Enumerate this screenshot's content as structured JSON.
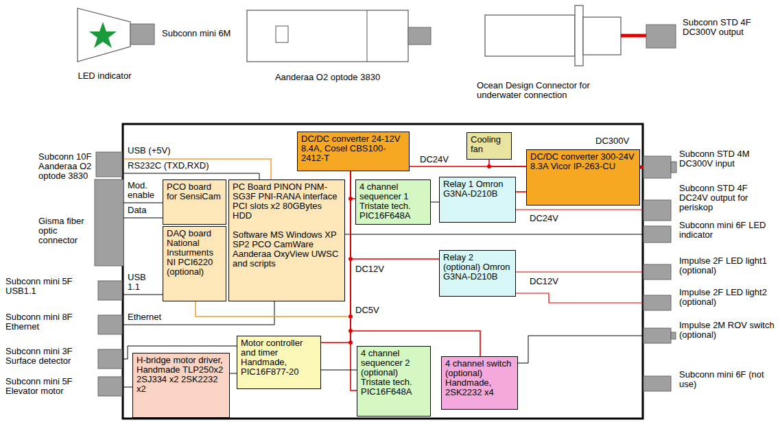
{
  "diagram": {
    "nodes": [
      {
        "text": [
          "LED indicator"
        ]
      },
      {
        "text": [
          "Aanderaa O2 optode 3830"
        ]
      },
      {
        "text": [
          "Ocean Design Connector for underwater connection"
        ]
      },
      {
        "text": [
          "DC/DC converter 24-12V 8.4A, Cosel CBS100-2412-T"
        ]
      },
      {
        "text": [
          "Cooling fan"
        ]
      },
      {
        "text": [
          "DC/DC converter 300-24V 8.3A Vicor IP-263-CU"
        ]
      },
      {
        "text": [
          "PCO board for SensiCam"
        ]
      },
      {
        "text": [
          "PC Board PINON PNM-SG3F PNI-RANA interface PCI slots x2 80GBytes HDD",
          "Software MS Windows XP SP2 PCO CamWare Aanderaa OxyView UWSC and scripts"
        ]
      },
      {
        "text": [
          "DAQ board National Insturments NI PCI6220 (optional)"
        ]
      },
      {
        "text": [
          "4 channel sequencer 1 Tristate tech. PIC16F648A"
        ]
      },
      {
        "text": [
          "Relay 1 Omron G3NA-D210B"
        ]
      },
      {
        "text": [
          "Relay 2 (optional) Omron G3NA-D210B"
        ]
      },
      {
        "text": [
          "H-bridge motor driver, Handmade TLP250x2 2SJ334 x2 2SK2232 x2"
        ]
      },
      {
        "text": [
          "Motor controller and timer Handmade, PIC16F877-20"
        ]
      },
      {
        "text": [
          "4 channel sequencer 2 (optional) Tristate tech. PIC16F648A"
        ]
      },
      {
        "text": [
          "4 channel switch (optional) Handmade, 2SK2232 x4"
        ]
      }
    ],
    "edges": [
      {
        "from": 5,
        "to": 3,
        "arrow": "none",
        "label": "DC24V"
      },
      {
        "from": 4,
        "to": 5,
        "arrow": "none"
      },
      {
        "from": 5,
        "to": 10,
        "arrow": "none"
      },
      {
        "from": 3,
        "to": 9,
        "arrow": "none"
      },
      {
        "from": 3,
        "to": 11,
        "arrow": "none"
      },
      {
        "from": 3,
        "to": 13,
        "arrow": "none"
      },
      {
        "from": 3,
        "to": 14,
        "arrow": "none"
      },
      {
        "from": 3,
        "to": 15,
        "arrow": "none"
      },
      {
        "from": 9,
        "to": 10,
        "arrow": "none"
      },
      {
        "from": 13,
        "to": 12,
        "arrow": "none"
      },
      {
        "from": 13,
        "to": 14,
        "arrow": "none"
      }
    ],
    "labels": [
      "Subconn mini 6M",
      "Subconn STD 4F DC300V output",
      "DC300V",
      "USB (+5V)",
      "RS232C (TXD,RXD)",
      "Mod. enable",
      "Data",
      "Subconn 10F Aanderaa O2 optode 3830",
      "Gisma fiber optic connector",
      "USB 1.1",
      "Subconn mini 5F USB1.1",
      "Ethernet",
      "Subconn mini 8F Ethernet",
      "DC5V",
      "DC12V",
      "Subconn mini 3F Surface detector",
      "Subconn mini 5F Elevator motor",
      "Subconn STD 4M DC300V input",
      "Subconn STD 4F DC24V output for periskop",
      "DC24V",
      "Subconn mini 6F LED indicator",
      "Impulse 2F LED light1 (optional)",
      "DC12V",
      "Impulse 2F LED light2 (optional)",
      "Impulse 2M ROV switch (optional)",
      "Subconn mini 6F (not use)"
    ]
  }
}
